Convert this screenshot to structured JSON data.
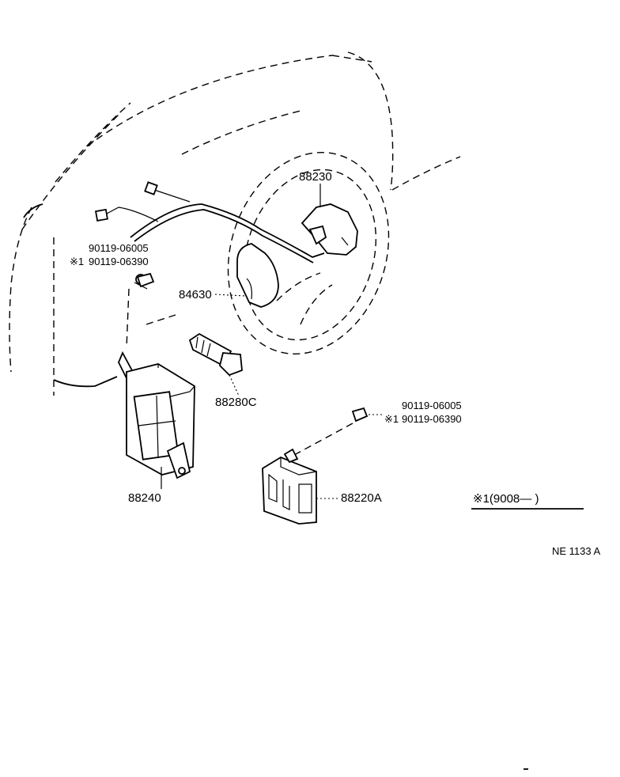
{
  "parts": {
    "p88230": "88230",
    "p84630": "84630",
    "p88280c": "88280C",
    "p88240": "88240",
    "p88220a": "88220A"
  },
  "bolt_upper": {
    "std": "90119-06005",
    "alt_mark": "※1",
    "alt": "90119-06390"
  },
  "bolt_lower": {
    "std": "90119-06005",
    "alt_mark": "※1",
    "alt": "90119-06390"
  },
  "note": "※1(9008—      )",
  "diagram_code": "NE  1133 A"
}
